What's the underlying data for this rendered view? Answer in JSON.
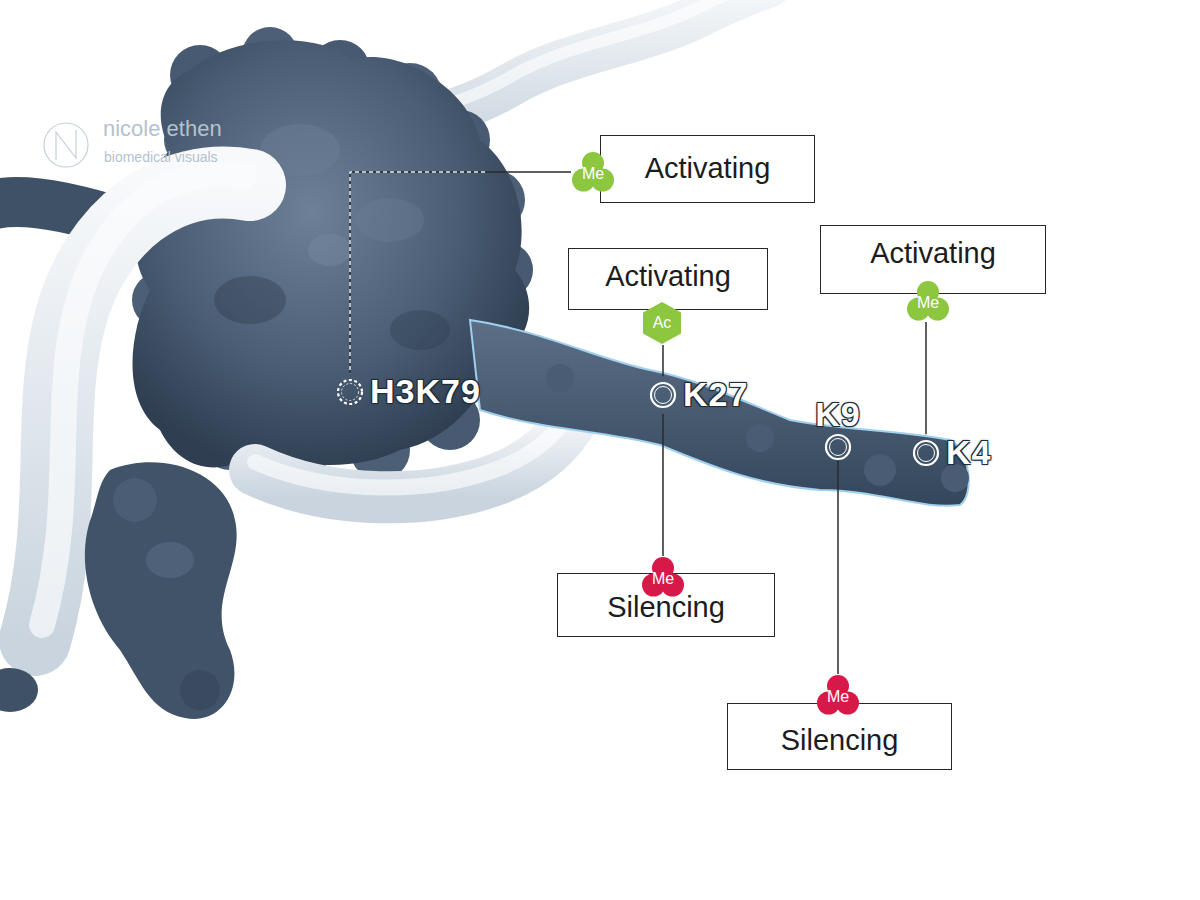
{
  "diagram": {
    "nodes": [
      {
        "text": [
          "Activating"
        ]
      },
      {
        "text": [
          "Me"
        ]
      },
      {
        "text": [
          "Activating"
        ]
      },
      {
        "text": [
          "Ac"
        ]
      },
      {
        "text": [
          "Activating"
        ]
      },
      {
        "text": [
          "Me"
        ]
      },
      {
        "text": [
          "H3K79"
        ]
      },
      {
        "text": [
          "K27"
        ]
      },
      {
        "text": [
          "K9"
        ]
      },
      {
        "text": [
          "K4"
        ]
      },
      {
        "text": [
          "Me"
        ]
      },
      {
        "text": [
          "Silencing"
        ]
      },
      {
        "text": [
          "Me"
        ]
      },
      {
        "text": [
          "Silencing"
        ]
      }
    ],
    "edges": [
      {
        "from": 1,
        "to": 6,
        "arrow": "none"
      },
      {
        "from": 3,
        "to": 7,
        "arrow": "none"
      },
      {
        "from": 5,
        "to": 9,
        "arrow": "none"
      },
      {
        "from": 7,
        "to": 10,
        "arrow": "none"
      },
      {
        "from": 8,
        "to": 12,
        "arrow": "none"
      }
    ],
    "labels": [
      "nicole ethen",
      "biomedical visuals"
    ]
  }
}
